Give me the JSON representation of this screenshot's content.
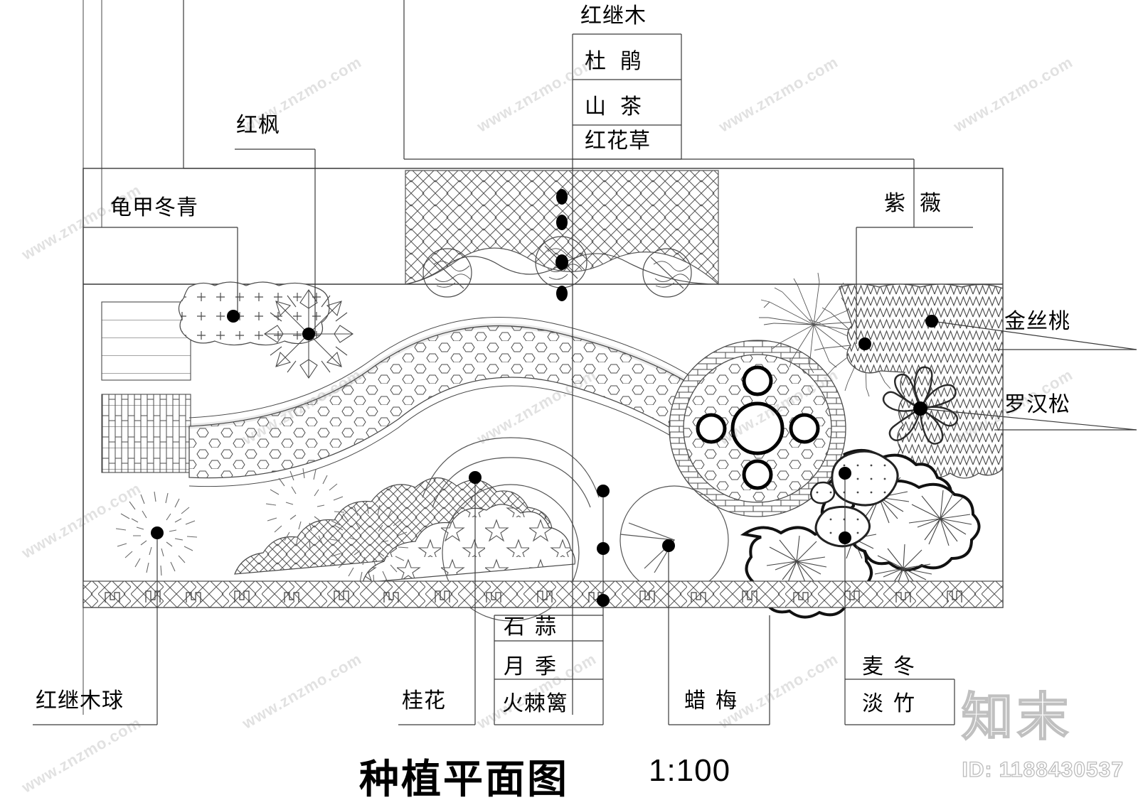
{
  "drawing": {
    "title": "种植平面图",
    "scale": "1:100",
    "type": "landscape-planting-plan"
  },
  "labels": {
    "top": [
      {
        "id": "hong-ji-mu",
        "text": "红继木",
        "spaced": false
      },
      {
        "id": "du-juan",
        "text": "杜鹃",
        "spaced": true
      },
      {
        "id": "shan-cha",
        "text": "山茶",
        "spaced": true
      },
      {
        "id": "hong-hua-cao",
        "text": "红花草",
        "spaced": false
      },
      {
        "id": "hong-feng",
        "text": "红枫",
        "spaced": false
      }
    ],
    "left": [
      {
        "id": "gui-jia-dong-qing",
        "text": "龟甲冬青",
        "spaced": false
      }
    ],
    "right": [
      {
        "id": "zi-wei",
        "text": "紫薇",
        "spaced": true
      },
      {
        "id": "jin-si-tao",
        "text": "金丝桃",
        "spaced": false
      },
      {
        "id": "luo-han-song",
        "text": "罗汉松",
        "spaced": false
      }
    ],
    "bottom": [
      {
        "id": "hong-ji-mu-qiu",
        "text": "红继木球",
        "spaced": false
      },
      {
        "id": "gui-hua",
        "text": "桂花",
        "spaced": false
      },
      {
        "id": "shi-suan",
        "text": "石蒜",
        "spaced": true
      },
      {
        "id": "yue-ji",
        "text": "月季",
        "spaced": true
      },
      {
        "id": "huo-ji-li",
        "text": "火棘篱",
        "spaced": false
      },
      {
        "id": "la-mei",
        "text": "蜡梅",
        "spaced": true
      },
      {
        "id": "mai-dong",
        "text": "麦冬",
        "spaced": true
      },
      {
        "id": "dan-zhu",
        "text": "淡竹",
        "spaced": true
      }
    ]
  },
  "watermark": {
    "site": "www.znzmo.com",
    "logo": "知末",
    "id": "ID: 1188430537"
  },
  "colors": {
    "line": "#2b2b2b",
    "thin": "#6a6a6a",
    "marker": "#000000",
    "paper": "#ffffff"
  }
}
